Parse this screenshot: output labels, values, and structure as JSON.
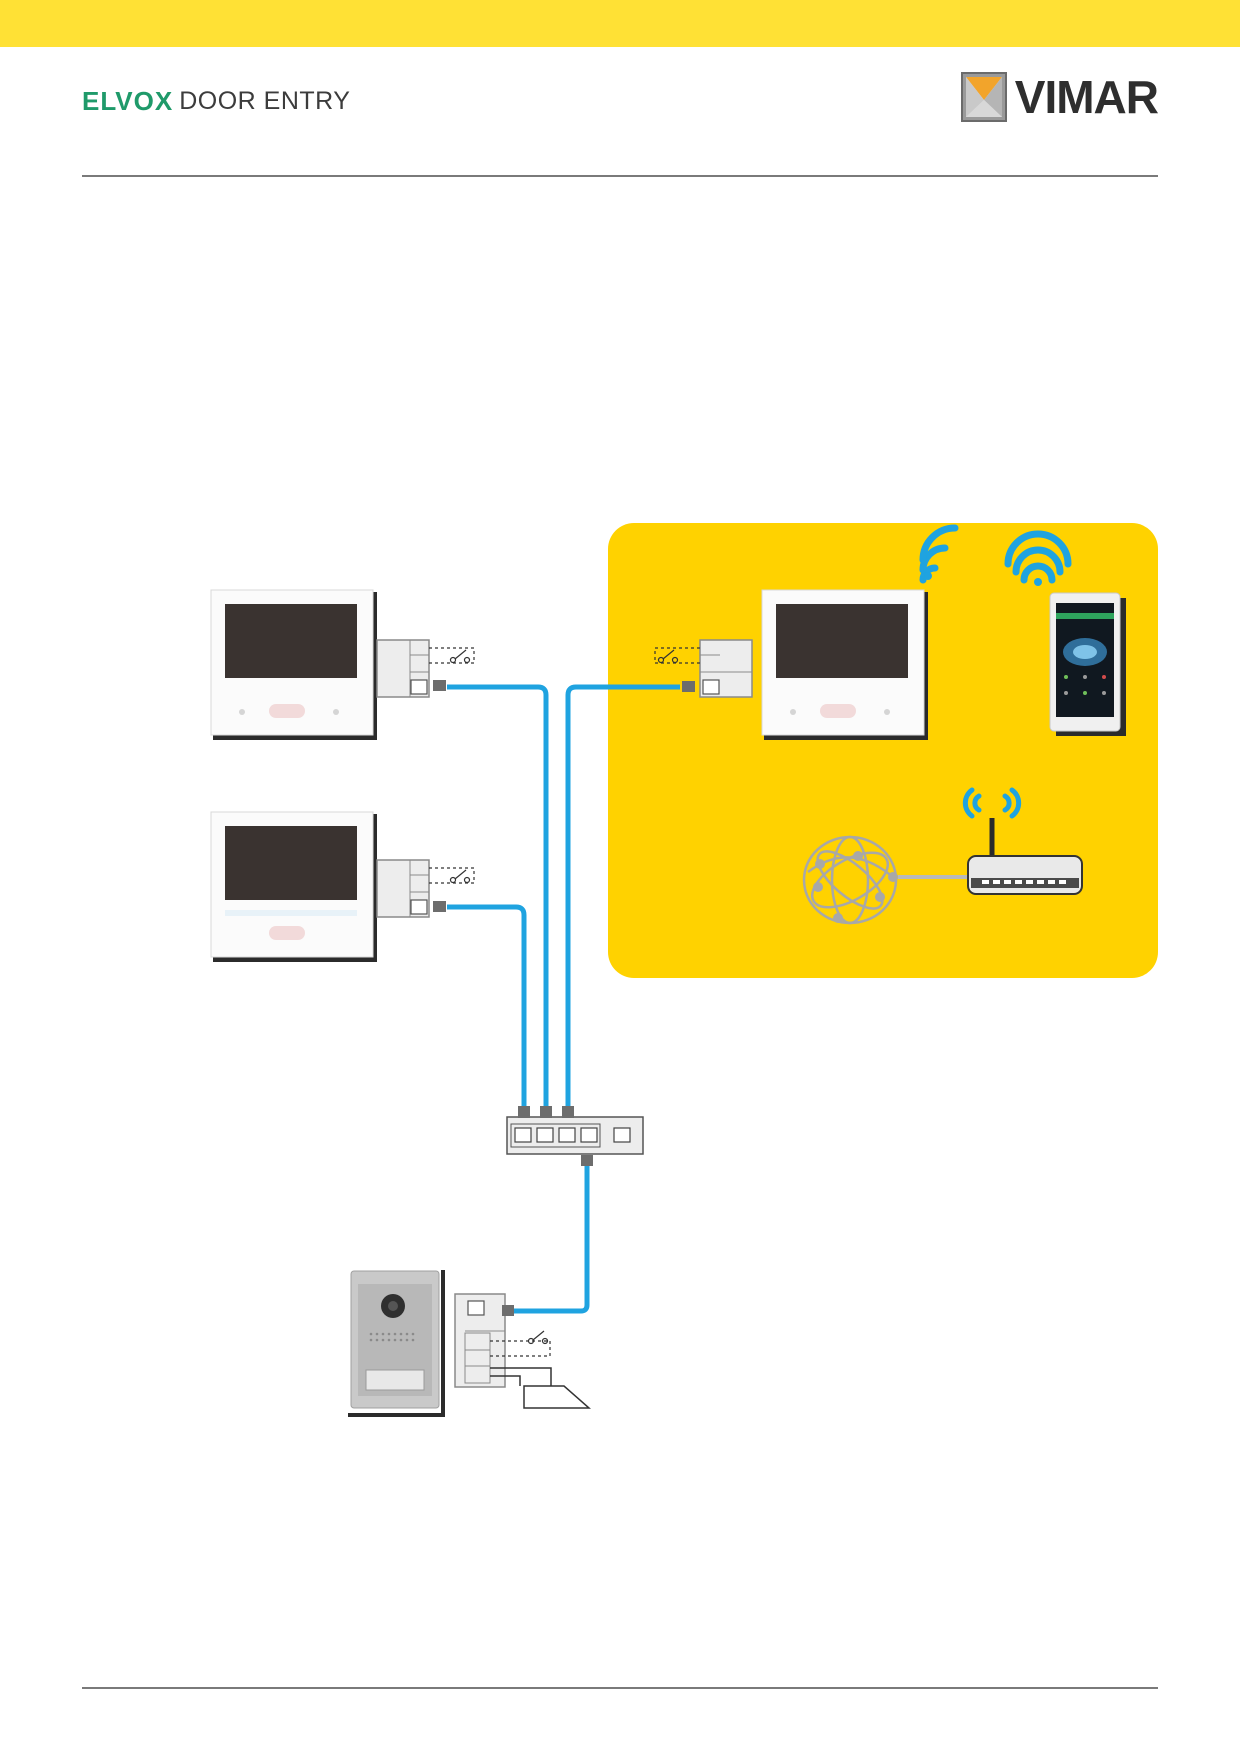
{
  "header": {
    "brand_elvox": "ELVOX",
    "brand_sub": "DOOR ENTRY",
    "vimar_wordmark": "VIMAR"
  },
  "colors": {
    "top_band": "#FFE135",
    "zone_fill": "#FFD200",
    "cable": "#1FA3E0",
    "wifi": "#1FA3E0",
    "rule": "#7A7A7A"
  },
  "icons": [
    "monitor-icon",
    "junction-box-icon",
    "relay-switch-icon",
    "ethernet-switch-icon",
    "outdoor-station-icon",
    "smartphone-icon",
    "wifi-icon",
    "router-icon",
    "internet-globe-icon",
    "door-lock-icon",
    "vimar-logo-icon"
  ]
}
